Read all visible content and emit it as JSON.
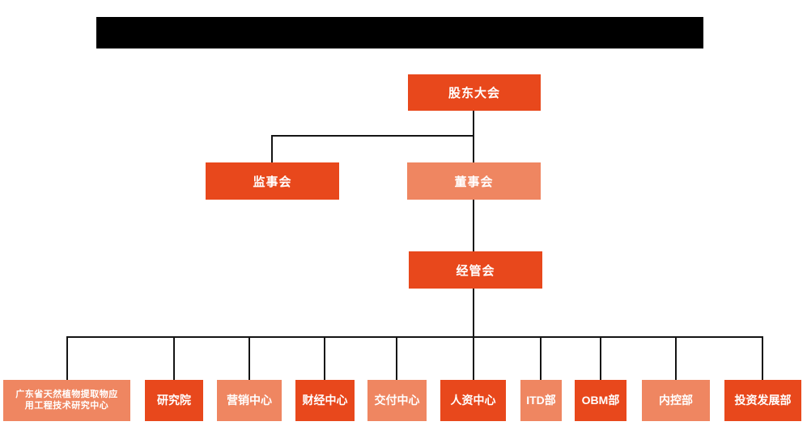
{
  "colors": {
    "primary": "#e8481c",
    "secondary": "#ef8661",
    "line": "#141414",
    "redacted": "#000000",
    "node-text": "#ffffff",
    "background": "#ffffff"
  },
  "header": {
    "redacted_title": ""
  },
  "org": {
    "root": {
      "label": "股东大会",
      "variant": "primary"
    },
    "level2": [
      {
        "label": "监事会",
        "variant": "primary"
      },
      {
        "label": "董事会",
        "variant": "secondary"
      }
    ],
    "level3": {
      "label": "经管会",
      "variant": "primary"
    },
    "departments": [
      {
        "label": "广东省天然植物提取物应用工程技术研究中心",
        "variant": "secondary"
      },
      {
        "label": "研究院",
        "variant": "primary"
      },
      {
        "label": "营销中心",
        "variant": "secondary"
      },
      {
        "label": "财经中心",
        "variant": "primary"
      },
      {
        "label": "交付中心",
        "variant": "secondary"
      },
      {
        "label": "人资中心",
        "variant": "primary"
      },
      {
        "label": "ITD部",
        "variant": "secondary"
      },
      {
        "label": "OBM部",
        "variant": "primary"
      },
      {
        "label": "内控部",
        "variant": "secondary"
      },
      {
        "label": "投资发展部",
        "variant": "primary"
      }
    ]
  }
}
